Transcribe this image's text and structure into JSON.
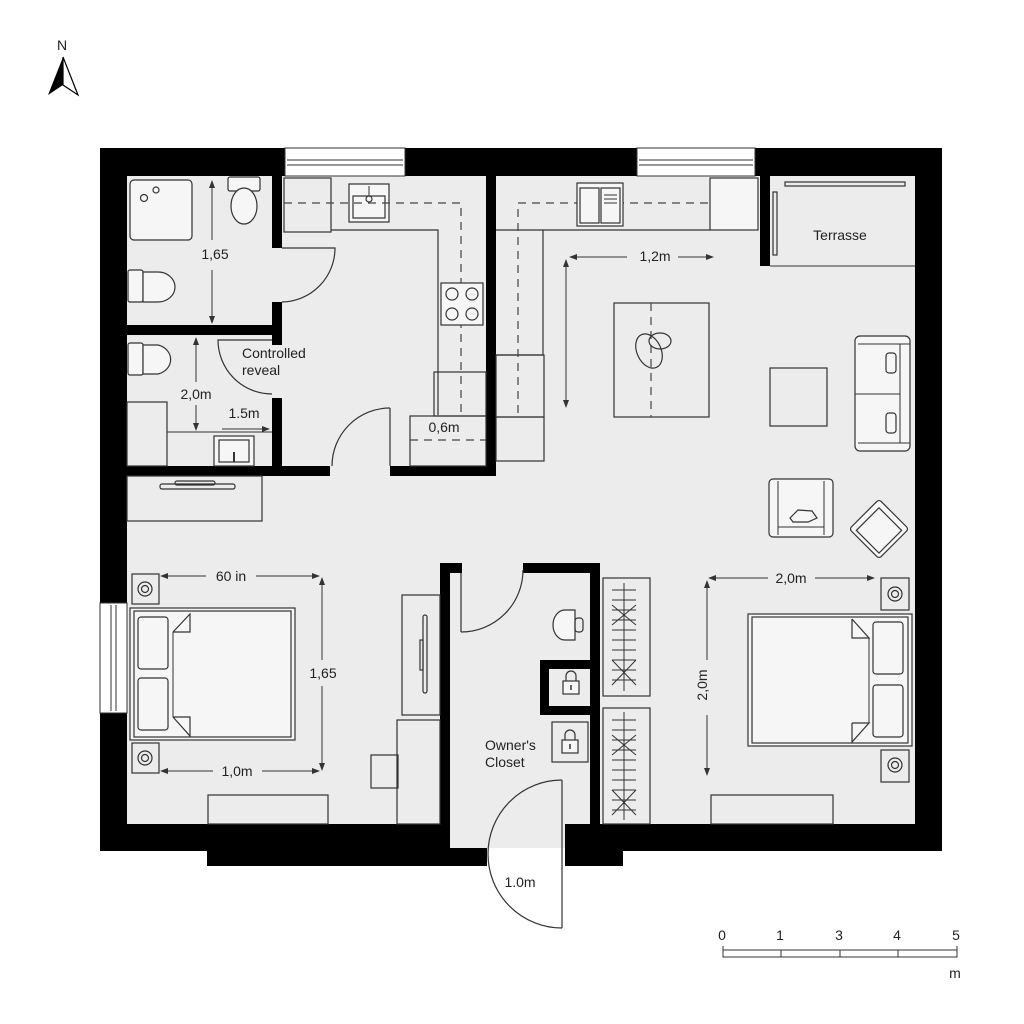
{
  "compass": {
    "label": "N"
  },
  "colors": {
    "wall": "#000000",
    "floor": "#ececec",
    "background": "#ffffff",
    "line": "#333333"
  },
  "rooms": {
    "controlled_reveal": {
      "line1": "Controlled",
      "line2": "reveal"
    },
    "terrace": {
      "label": "Terrasse"
    },
    "closet": {
      "line1": "Owner's",
      "line2": "Closet"
    }
  },
  "dimensions": {
    "bath_upper_height": "1,65",
    "bath_lower_height": "2,0m",
    "bath_lower_width": "1.5m",
    "kitchen_counter": "0,6m",
    "living_width": "1,2m",
    "bed1_width_top": "60 in",
    "bed1_height": "1,65",
    "bed1_width_bottom": "1,0m",
    "bed2_width": "2,0m",
    "bed2_height": "2,0m",
    "entry_door": "1.0m"
  },
  "scale_bar": {
    "ticks": [
      "0",
      "1",
      "3",
      "4",
      "5"
    ],
    "unit": "m"
  },
  "icons": [
    "north-arrow-icon",
    "shower-icon",
    "toilet-icon",
    "sink-icon",
    "stove-icon",
    "double-sink-icon",
    "bed-icon",
    "nightstand-icon",
    "armchair-icon",
    "sofa-icon",
    "table-icon",
    "wardrobe-icon",
    "lock-icon",
    "washbasin-icon",
    "door-swing-icon",
    "window-icon"
  ]
}
